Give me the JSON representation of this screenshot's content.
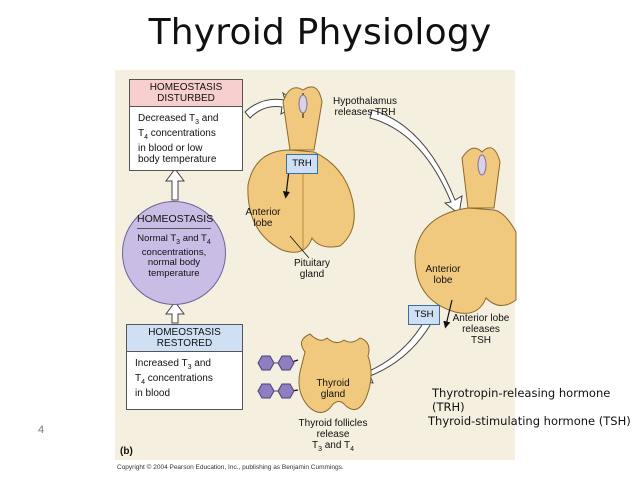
{
  "slide": {
    "title": "Thyroid Physiology",
    "page_number": "4",
    "copyright": "Copyright © 2004 Pearson Education, Inc., publishing as Benjamin Cummings."
  },
  "figure": {
    "panel_label": "(b)",
    "disturbed": {
      "header_line1": "HOMEOSTASIS",
      "header_line2": "DISTURBED",
      "line1": "Decreased T",
      "line1_sub": "3",
      "line1_tail": " and",
      "line2": "T",
      "line2_sub": "4",
      "line2_tail": " concentrations",
      "line3": "in blood or low",
      "line4": "body temperature"
    },
    "homeostasis": {
      "header": "HOMEOSTASIS",
      "line1": "Normal T",
      "line1_sub": "3",
      "line1_tail": " and T",
      "line1_sub2": "4",
      "line2": "concentrations,",
      "line3": "normal body",
      "line4": "temperature"
    },
    "restored": {
      "header_line1": "HOMEOSTASIS",
      "header_line2": "RESTORED",
      "line1": "Increased T",
      "line1_sub": "3",
      "line1_tail": " and",
      "line2": "T",
      "line2_sub": "4",
      "line2_tail": " concentrations",
      "line3": "in blood"
    },
    "hypothalamus": {
      "line1": "Hypothalamus",
      "line2": "releases TRH"
    },
    "trh_tag": "TRH",
    "tsh_tag": "TSH",
    "anterior_lobe_left": {
      "line1": "Anterior",
      "line2": "lobe"
    },
    "pituitary": {
      "line1": "Pituitary",
      "line2": "gland"
    },
    "anterior_lobe_right": {
      "line1": "Anterior",
      "line2": "lobe"
    },
    "anterior_releases": {
      "line1": "Anterior lobe",
      "line2": "releases",
      "line3": "TSH"
    },
    "thyroid_gland": {
      "line1": "Thyroid",
      "line2": "gland"
    },
    "follicles": {
      "line1": "Thyroid follicles",
      "line2": "release",
      "line3": "T",
      "line3_sub": "3",
      "line3_mid": " and T",
      "line3_sub2": "4"
    }
  },
  "legend": {
    "line1": "Thyrotropin-releasing hormone (TRH)",
    "line2": "Thyroid-stimulating hormone (TSH)"
  },
  "colors": {
    "panel_bg": "#f5efdf",
    "disturbed_header": "#f7cfcf",
    "restored_header": "#cfe0f4",
    "homeostasis_circle": "#c9bde6",
    "gland": "#f1c97e",
    "hormone_hexagon": "#8f7ec0"
  }
}
